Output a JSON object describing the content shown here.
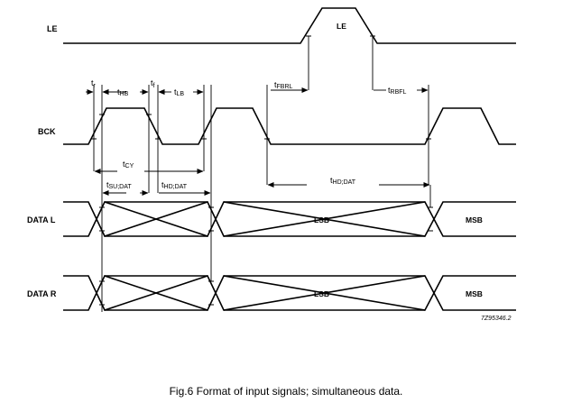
{
  "signals": {
    "le": "LE",
    "bck": "BCK",
    "data_l": "DATA L",
    "data_r": "DATA R"
  },
  "pulse_labels": {
    "le": "LE",
    "lsb": "LSB",
    "msb": "MSB"
  },
  "timing": {
    "tr": {
      "main": "t",
      "sub": "r"
    },
    "thb": {
      "main": "t",
      "sub": "HB"
    },
    "tf": {
      "main": "t",
      "sub": "f"
    },
    "tlb": {
      "main": "t",
      "sub": "LB"
    },
    "tfbrl": {
      "main": "t",
      "sub": "FBRL"
    },
    "trbfl": {
      "main": "t",
      "sub": "RBFL"
    },
    "tcy": {
      "main": "t",
      "sub": "CY"
    },
    "tsudat": {
      "main": "t",
      "sub": "SU;DAT"
    },
    "thddat": {
      "main": "t",
      "sub": "HD;DAT"
    },
    "thddat2": {
      "main": "t",
      "sub": "HD;DAT"
    }
  },
  "reference": "7Z95346.2",
  "caption": "Fig.6  Format of input signals; simultaneous data."
}
